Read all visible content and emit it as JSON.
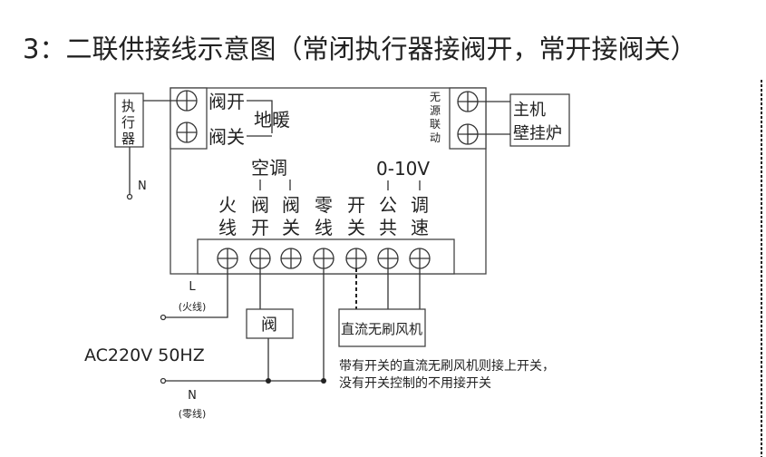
{
  "title": "3：二联供接线示意图（常闭执行器接阀开，常开接阀关）",
  "actuator": {
    "label_lines": [
      "执",
      "行",
      "器"
    ],
    "neutral": "N"
  },
  "floor_heating": {
    "valve_open": "阀开",
    "valve_close": "阀关",
    "group_label": "地暖"
  },
  "passive_link": {
    "label_lines": [
      "无",
      "源",
      "联",
      "动"
    ]
  },
  "boiler": {
    "line1": "主机",
    "line2": "壁挂炉"
  },
  "groups": {
    "ac": "空调",
    "speed": "0-10V"
  },
  "terminals": [
    {
      "top": "火",
      "bottom": "线"
    },
    {
      "top": "阀",
      "bottom": "开"
    },
    {
      "top": "阀",
      "bottom": "关"
    },
    {
      "top": "零",
      "bottom": "线"
    },
    {
      "top": "开",
      "bottom": "关"
    },
    {
      "top": "公",
      "bottom": "共"
    },
    {
      "top": "调",
      "bottom": "速"
    }
  ],
  "power": {
    "live": "L",
    "live_cn": "(火线)",
    "neutral": "N",
    "neutral_cn": "(零线)",
    "spec": "AC220V  50HZ"
  },
  "valve_box": "阀",
  "fan_box": "直流无刷风机",
  "note": {
    "line1": "带有开关的直流无刷风机则接上开关，",
    "line2": "没有开关控制的不用接开关"
  }
}
